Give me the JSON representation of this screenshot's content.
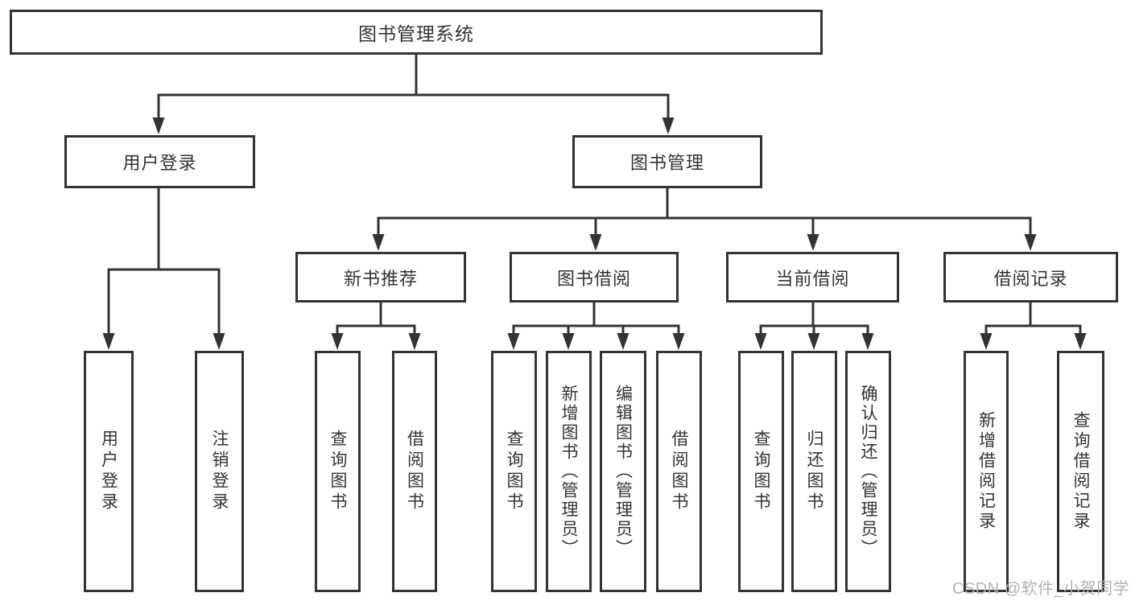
{
  "diagram_title": "图书管理系统",
  "nodes": {
    "root": {
      "label": "图书管理系统"
    },
    "level2": [
      {
        "label": "用户登录"
      },
      {
        "label": "图书管理"
      }
    ],
    "level3": [
      {
        "label": "新书推荐"
      },
      {
        "label": "图书借阅"
      },
      {
        "label": "当前借阅"
      },
      {
        "label": "借阅记录"
      }
    ],
    "leaves": [
      {
        "parent": "用户登录",
        "label": "用户登录"
      },
      {
        "parent": "用户登录",
        "label": "注销登录"
      },
      {
        "parent": "新书推荐",
        "label": "查询图书"
      },
      {
        "parent": "新书推荐",
        "label": "借阅图书"
      },
      {
        "parent": "图书借阅",
        "label": "查询图书"
      },
      {
        "parent": "图书借阅",
        "label": "新增图书（管理员）"
      },
      {
        "parent": "图书借阅",
        "label": "编辑图书（管理员）"
      },
      {
        "parent": "图书借阅",
        "label": "借阅图书"
      },
      {
        "parent": "当前借阅",
        "label": "查询图书"
      },
      {
        "parent": "当前借阅",
        "label": "归还图书"
      },
      {
        "parent": "当前借阅",
        "label": "确认归还（管理员）"
      },
      {
        "parent": "借阅记录",
        "label": "新增借阅记录"
      },
      {
        "parent": "借阅记录",
        "label": "查询借阅记录"
      }
    ]
  },
  "watermark": {
    "text": "CSDN @软件_小贺同学"
  },
  "colors": {
    "line": "#333333",
    "box_border": "#333333",
    "text": "#333333",
    "watermark": "#b2b2b2",
    "background": "#ffffff"
  }
}
